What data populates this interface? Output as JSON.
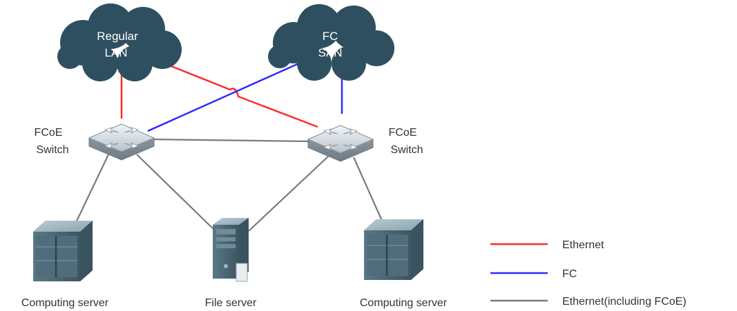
{
  "clouds": {
    "lan": {
      "line1": "Regular",
      "line2": "LAN"
    },
    "san": {
      "line1": "FC",
      "line2": "SAN"
    }
  },
  "switches": {
    "left": {
      "line1": "FCoE",
      "line2": "Switch"
    },
    "right": {
      "line1": "FCoE",
      "line2": "Switch"
    }
  },
  "servers": {
    "left": "Computing server",
    "middle": "File server",
    "right": "Computing server"
  },
  "legend": [
    {
      "label": "Ethernet",
      "color": "#ff2a2a"
    },
    {
      "label": "FC",
      "color": "#2a2aff"
    },
    {
      "label": "Ethernet(including FCoE)",
      "color": "#7a7a7a"
    }
  ],
  "colors": {
    "cloud": "#2e4f5f",
    "ethernet": "#ff2a2a",
    "fc": "#2a2aff",
    "fcoe": "#7a7a7a"
  }
}
